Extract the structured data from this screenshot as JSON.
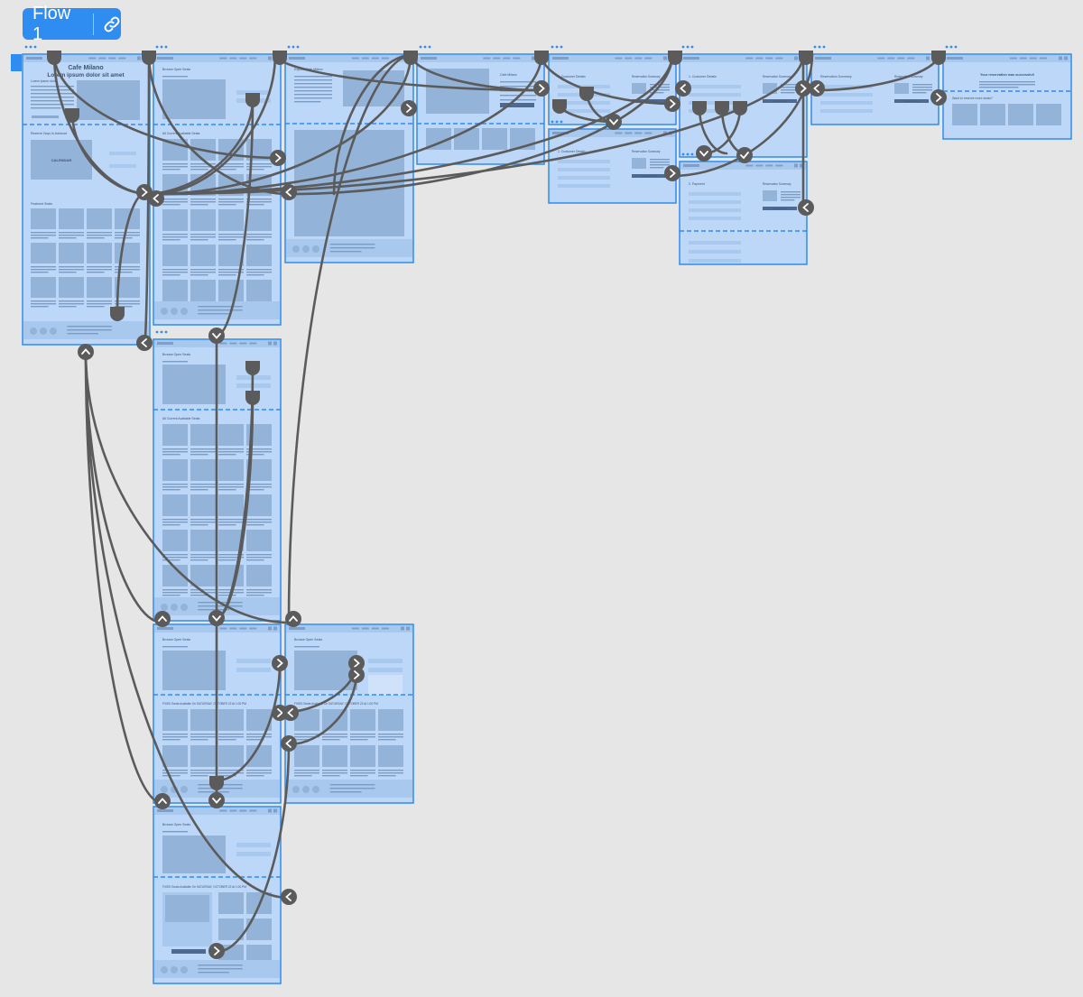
{
  "flow": {
    "name": "Flow 1",
    "link_icon": "link-icon"
  },
  "colors": {
    "canvas": "#e6e6e6",
    "artboard_fill": "#bcd7f7",
    "artboard_border": "#2f8cf1",
    "placeholder": "#93b3d8",
    "connector": "#5b5b5b",
    "fold_line": "#2f8cf1"
  },
  "screens": {
    "home": {
      "title": "Cafe Milano",
      "tagline": "Lorem ipsum dolor sit amet",
      "intro": "Lorem ipsum dolor",
      "reserve_heading": "Reserve Days In Advance",
      "calendar": "CALENDAR",
      "featured": "Featured Seats"
    },
    "browse": {
      "title": "Browse Open Seats",
      "all_available": "All Current Available Seats",
      "filtered": "FIXED Seats Available On SATURDAY, OCTOBER 22 At 1:00 PM"
    },
    "explore": {
      "title": "Explore Cafe Milano"
    },
    "detail": {
      "title": "Cafe Milano"
    },
    "checkout": {
      "customer_details": "1. Customer Details",
      "payment": "2. Payment",
      "summary": "Reservation Summary",
      "reserve_button": "RESERVE NOW"
    },
    "success": {
      "title": "Your reservation was successful!",
      "more": "Want to reserve more seats?"
    }
  }
}
